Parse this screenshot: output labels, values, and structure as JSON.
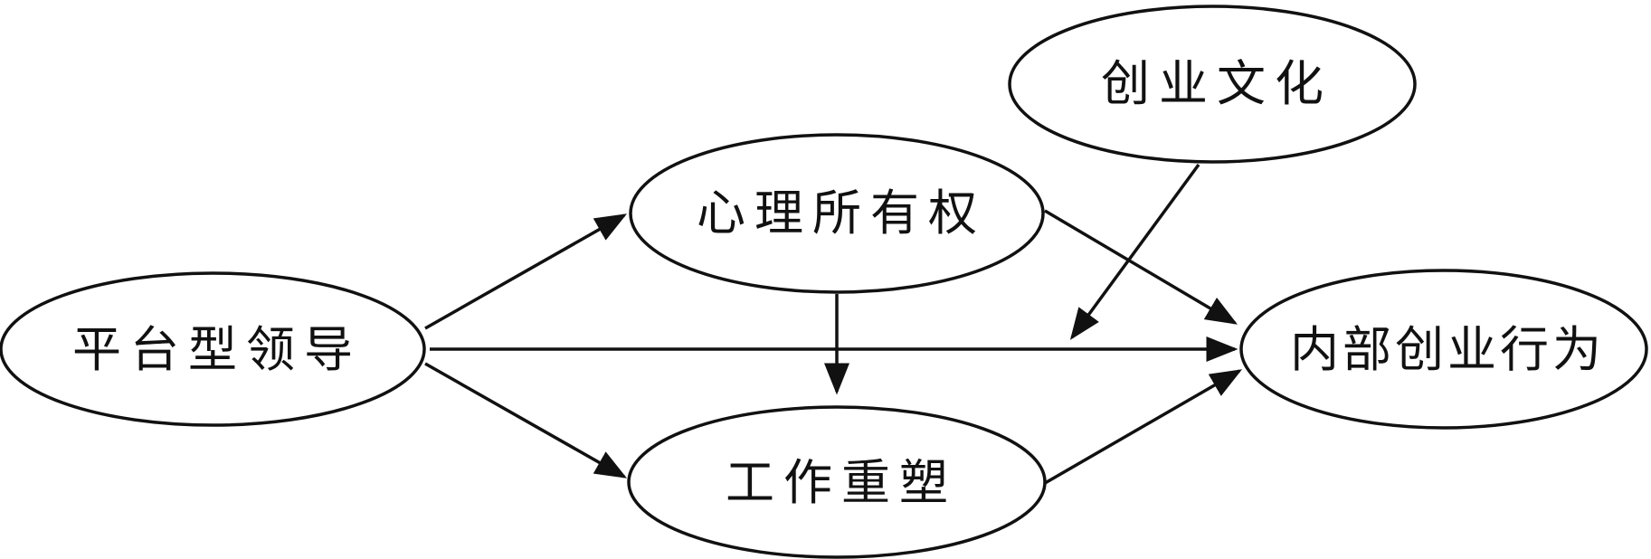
{
  "diagram": {
    "nodes": {
      "platform_leadership": {
        "label": "平台型领导"
      },
      "psychological_ownership": {
        "label": "心理所有权"
      },
      "job_crafting": {
        "label": "工作重塑"
      },
      "entrepreneurial_culture": {
        "label": "创业文化"
      },
      "intrapreneurial_behavior": {
        "label": "内部创业行为"
      }
    },
    "edges": [
      {
        "from": "platform_leadership",
        "to": "psychological_ownership"
      },
      {
        "from": "platform_leadership",
        "to": "job_crafting"
      },
      {
        "from": "platform_leadership",
        "to": "intrapreneurial_behavior"
      },
      {
        "from": "psychological_ownership",
        "to": "job_crafting"
      },
      {
        "from": "psychological_ownership",
        "to": "intrapreneurial_behavior"
      },
      {
        "from": "job_crafting",
        "to": "intrapreneurial_behavior"
      },
      {
        "from": "entrepreneurial_culture",
        "to": "platform_leadership→intrapreneurial_behavior path",
        "type": "moderation"
      }
    ]
  }
}
